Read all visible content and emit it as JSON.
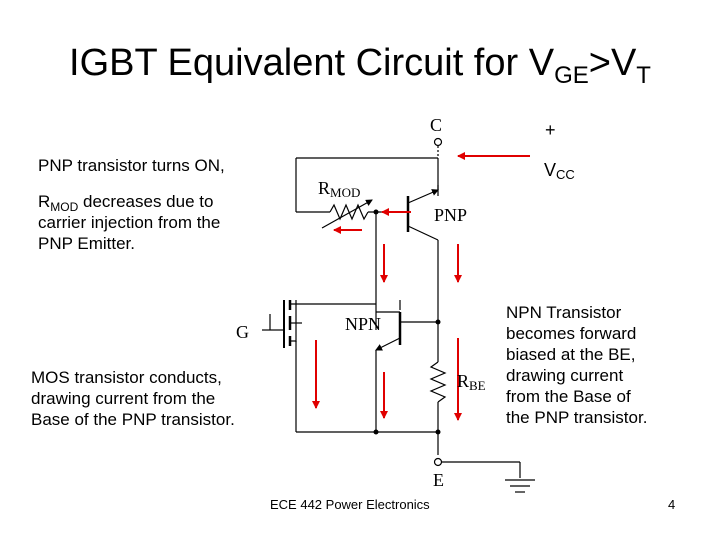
{
  "title": {
    "main": "IGBT Equivalent Circuit for V",
    "sub1": "GE",
    "mid": ">V",
    "sub2": "T"
  },
  "annotations": {
    "pnp_on": "PNP transistor turns ON,",
    "rmod_prefix": "R",
    "rmod_sub": "MOD",
    "rmod_rest_line1": " decreases due to",
    "rmod_rest_line2": "carrier injection from the",
    "rmod_rest_line3": "PNP Emitter.",
    "mos_line1": "MOS transistor conducts,",
    "mos_line2": "drawing current from the",
    "mos_line3": "Base of the PNP transistor.",
    "npn_line1": "NPN Transistor",
    "npn_line2": "becomes forward",
    "npn_line3": "biased at the BE,",
    "npn_line4": "drawing current",
    "npn_line5": "from the Base of",
    "npn_line6": "the PNP transistor."
  },
  "circuit": {
    "collector_label": "C",
    "gate_label": "G",
    "emitter_label": "E",
    "plus_label": "+",
    "vcc_main": "V",
    "vcc_sub": "CC",
    "rmod_main": "R",
    "rmod_sub": "MOD",
    "pnp_label": "PNP",
    "npn_label": "NPN",
    "rbe_main": "R",
    "rbe_sub": "BE"
  },
  "footer": {
    "course": "ECE 442 Power Electronics",
    "page": "4"
  },
  "colors": {
    "arrow": "#e00000",
    "wire": "#000000"
  }
}
